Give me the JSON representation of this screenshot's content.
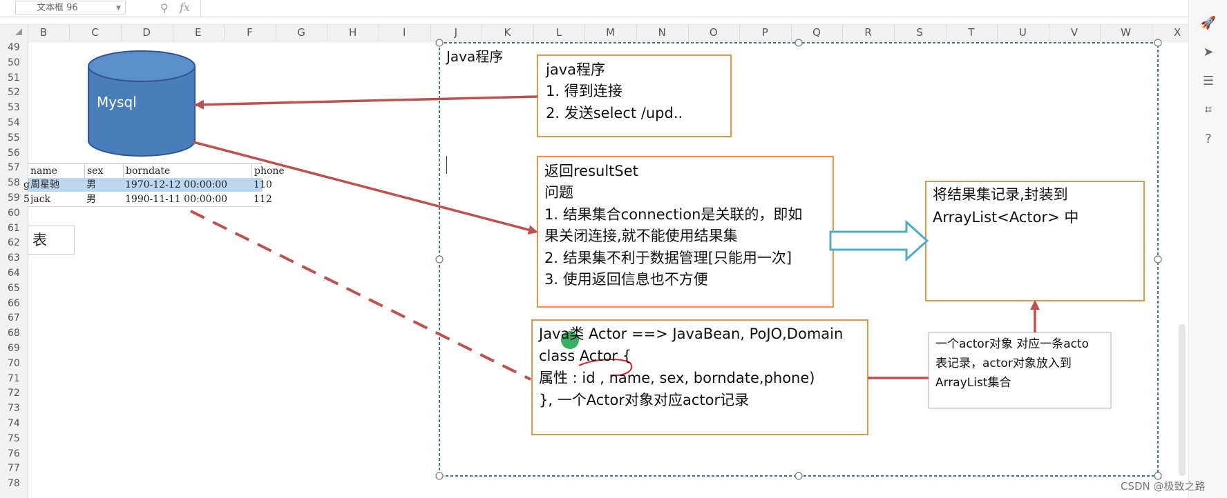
{
  "formula_bar": {
    "name_box_value": "文本框 96",
    "zoom_icon": "magnifier-icon",
    "fx_label": "fx"
  },
  "columns": [
    "B",
    "C",
    "D",
    "E",
    "F",
    "G",
    "H",
    "I",
    "J",
    "K",
    "L",
    "M",
    "N",
    "O",
    "P",
    "Q",
    "R",
    "S",
    "T",
    "U",
    "V",
    "W",
    "X"
  ],
  "rows": [
    "49",
    "50",
    "51",
    "52",
    "53",
    "54",
    "55",
    "56",
    "57",
    "58",
    "59",
    "60",
    "61",
    "62",
    "63",
    "64",
    "65",
    "66",
    "67",
    "68",
    "69",
    "70",
    "71",
    "72",
    "73",
    "74",
    "75",
    "76",
    "77",
    "78"
  ],
  "table": {
    "headers": [
      "name",
      "sex",
      "borndate",
      "phone"
    ],
    "rows": [
      {
        "id": "g",
        "name": "周星驰",
        "sex": "男",
        "borndate": "1970-12-12 00:00:00",
        "phone": "110"
      },
      {
        "id": "5",
        "name": "jack",
        "sex": "男",
        "borndate": "1990-11-11 00:00:00",
        "phone": "112"
      }
    ]
  },
  "selected_cell_text": "表",
  "diagram": {
    "mysql_label": "Mysql",
    "outer_label": "Java程序",
    "box_java": {
      "title": "java程序",
      "line1": "1. 得到连接",
      "line2": "2. 发送select /upd.."
    },
    "box_resultset": {
      "line1": "返回resultSet",
      "line2": "问题",
      "line3": "1. 结果集合connection是关联的，即如",
      "line4": "果关闭连接,就不能使用结果集",
      "line5": "2. 结果集不利于数据管理[只能用一次]",
      "line6": "3. 使用返回信息也不方便"
    },
    "box_arraylist": {
      "line1": "将结果集记录,封装到",
      "line2": "ArrayList<Actor> 中"
    },
    "box_actor": {
      "line1": "Java类 Actor  ==> JavaBean, PoJO,Domain",
      "line2": "class Actor {",
      "line3": "属性 : id , name, sex, borndate,phone)",
      "line4": "}, 一个Actor对象对应actor记录"
    },
    "box_note": {
      "line1": "一个actor对象 对应一条acto",
      "line2": "表记录，actor对象放入到",
      "line3": "ArrayList集合"
    }
  },
  "sidebar_icons": [
    "rocket-icon",
    "pointer-icon",
    "sliders-icon",
    "crop-icon",
    "help-icon"
  ],
  "watermark": "CSDN @极致之路",
  "colors": {
    "box_border": "#e8953e",
    "arrow_red": "#c0504d",
    "cylinder_fill": "#4a7ebb",
    "cylinder_stroke": "#2f5597",
    "block_arrow": "#4bacc6",
    "frame_dash": "#2e7d8c",
    "selection": "#bdd7ee"
  }
}
